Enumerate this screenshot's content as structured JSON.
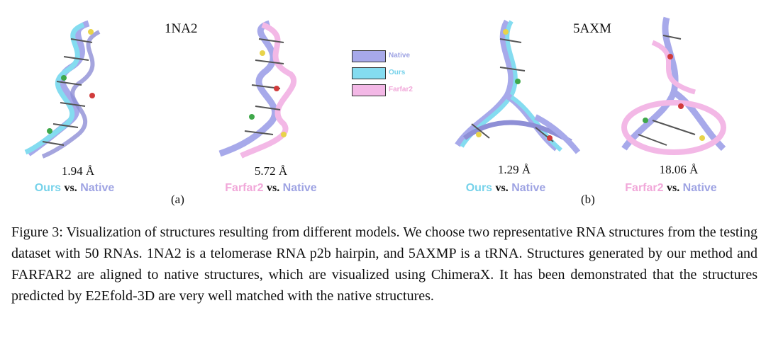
{
  "panels": {
    "a": {
      "title": "1NA2",
      "left": {
        "rmsd": "1.94 Å",
        "model": "Ours",
        "vs": "vs.",
        "ref": "Native"
      },
      "right": {
        "rmsd": "5.72 Å",
        "model": "Farfar2",
        "vs": "vs.",
        "ref": "Native"
      },
      "sublabel": "(a)"
    },
    "b": {
      "title": "5AXM",
      "left": {
        "rmsd": "1.29 Å",
        "model": "Ours",
        "vs": "vs.",
        "ref": "Native"
      },
      "right": {
        "rmsd": "18.06 Å",
        "model": "Farfar2",
        "vs": "vs.",
        "ref": "Native"
      },
      "sublabel": "(b)"
    }
  },
  "legend": [
    {
      "label": "Native",
      "color": "#a7a9ea"
    },
    {
      "label": "Ours",
      "color": "#84dcf0"
    },
    {
      "label": "Farfar2",
      "color": "#f3b8e6"
    }
  ],
  "colors": {
    "native": "#9ea3e3",
    "ours": "#76d2ea",
    "farfar2": "#f1a7d9"
  },
  "caption": "Figure 3: Visualization of structures resulting from different models. We choose two representative RNA structures from the testing dataset with 50 RNAs. 1NA2 is a telomerase RNA p2b hairpin, and 5AXMP is a tRNA. Structures generated by our method and FARFAR2 are aligned to native structures, which are visualized using ChimeraX. It has been demonstrated that the structures predicted by E2Efold-3D are very well matched with the native structures."
}
